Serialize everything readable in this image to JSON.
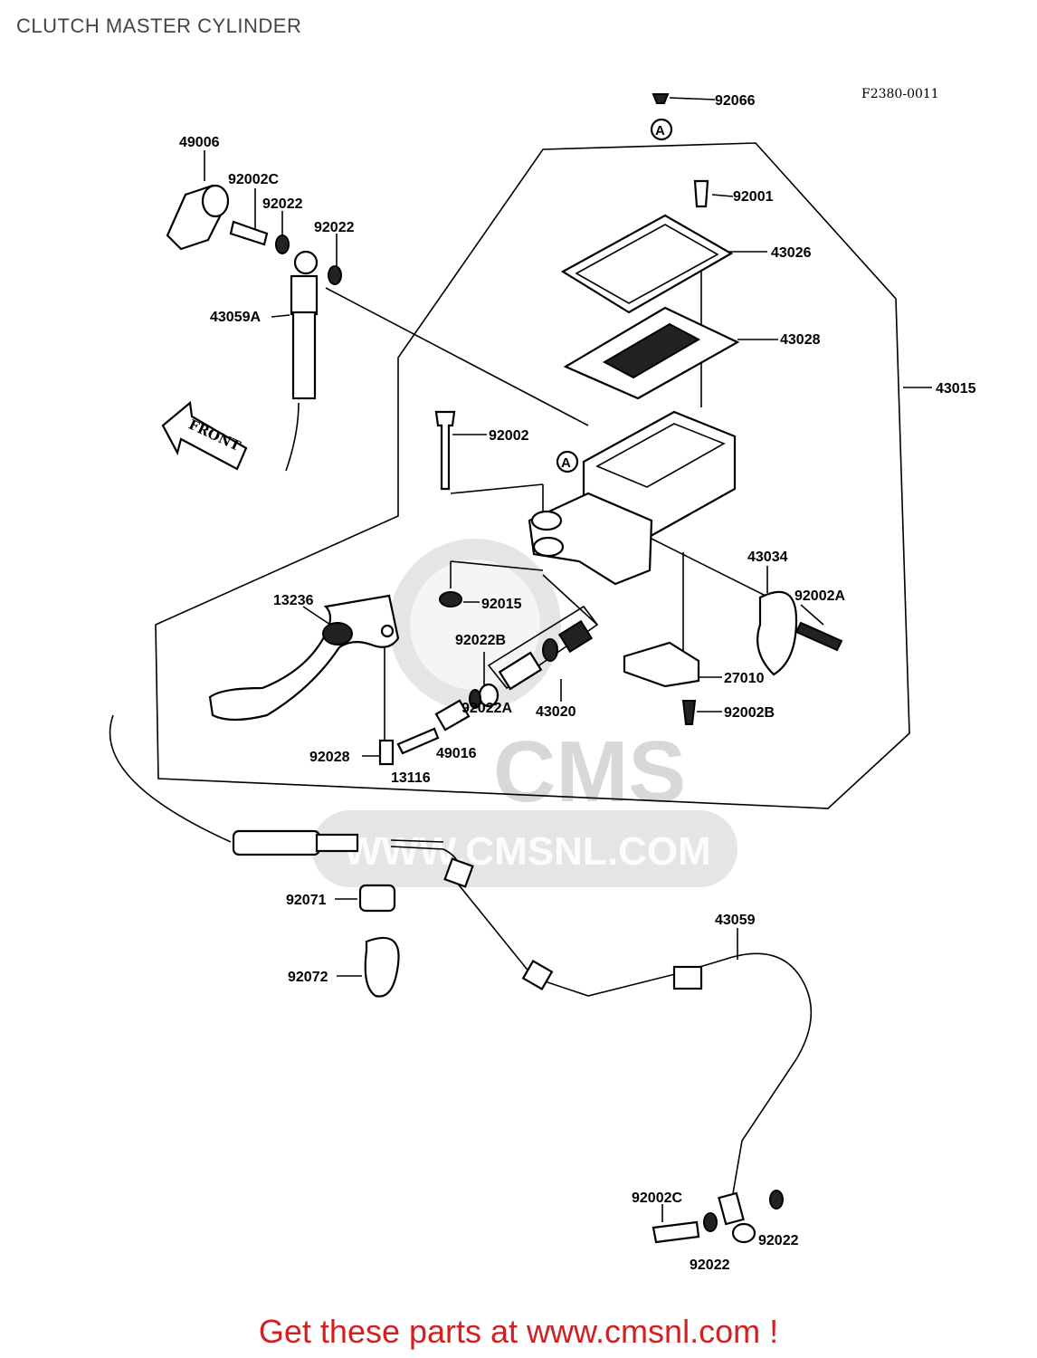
{
  "title": "CLUTCH MASTER CYLINDER",
  "diagram_code": "F2380-0011",
  "watermark": {
    "brand": "CMS",
    "url": "WWW.CMSNL.COM"
  },
  "front_label": "FRONT",
  "ref_marker": "A",
  "footer": "Get these parts at www.cmsnl.com !",
  "parts": [
    {
      "id": "p-92066",
      "label": "92066"
    },
    {
      "id": "p-49006",
      "label": "49006"
    },
    {
      "id": "p-92002c-top",
      "label": "92002C"
    },
    {
      "id": "p-92022-top1",
      "label": "92022"
    },
    {
      "id": "p-92022-top2",
      "label": "92022"
    },
    {
      "id": "p-92001",
      "label": "92001"
    },
    {
      "id": "p-43026",
      "label": "43026"
    },
    {
      "id": "p-43059a",
      "label": "43059A"
    },
    {
      "id": "p-43028",
      "label": "43028"
    },
    {
      "id": "p-43015",
      "label": "43015"
    },
    {
      "id": "p-92002",
      "label": "92002"
    },
    {
      "id": "p-43034",
      "label": "43034"
    },
    {
      "id": "p-13236",
      "label": "13236"
    },
    {
      "id": "p-92015",
      "label": "92015"
    },
    {
      "id": "p-92002a",
      "label": "92002A"
    },
    {
      "id": "p-92022b",
      "label": "92022B"
    },
    {
      "id": "p-27010",
      "label": "27010"
    },
    {
      "id": "p-43020",
      "label": "43020"
    },
    {
      "id": "p-92022a",
      "label": "92022A"
    },
    {
      "id": "p-92002b",
      "label": "92002B"
    },
    {
      "id": "p-49016",
      "label": "49016"
    },
    {
      "id": "p-92028",
      "label": "92028"
    },
    {
      "id": "p-13116",
      "label": "13116"
    },
    {
      "id": "p-92071",
      "label": "92071"
    },
    {
      "id": "p-43059",
      "label": "43059"
    },
    {
      "id": "p-92072",
      "label": "92072"
    },
    {
      "id": "p-92002c-bot",
      "label": "92002C"
    },
    {
      "id": "p-92022-bot1",
      "label": "92022"
    },
    {
      "id": "p-92022-bot2",
      "label": "92022"
    }
  ]
}
